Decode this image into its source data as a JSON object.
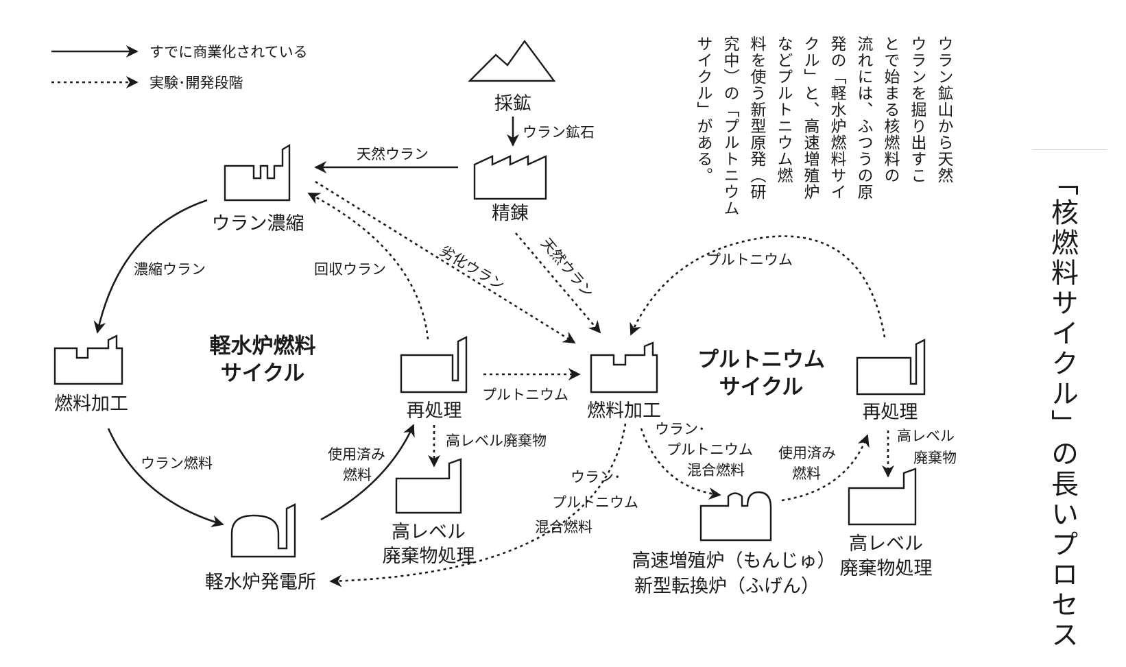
{
  "title": "「核燃料サイクル」の長いプロセス",
  "description_lines": [
    "ウラン鉱山から天然",
    "ウランを掘り出すこ",
    "とで始まる核燃料の",
    "流れには、ふつうの原",
    "発の「軽水炉燃料サイ",
    "クル」と、高速増殖炉",
    "などプルトニウム燃",
    "料を使う新型原発（研",
    "究中）の「プルトニウム",
    "サイクル」がある。"
  ],
  "legend": {
    "commercial": "すでに商業化されている",
    "experimental": "実験･開発段階"
  },
  "cycles": {
    "lwr": [
      "軽水炉燃料",
      "サイクル"
    ],
    "pu": [
      "プルトニウム",
      "サイクル"
    ]
  },
  "nodes": {
    "mining": "採鉱",
    "refining": "精錬",
    "enrichment": "ウラン濃縮",
    "fabrication_left": "燃料加工",
    "lwr_plant": "軽水炉発電所",
    "reprocessing_left": "再処理",
    "hlw_left": [
      "高レベル",
      "廃棄物処理"
    ],
    "fabrication_center": "燃料加工",
    "fbr": [
      "高速増殖炉（もんじゅ）",
      "新型転換炉（ふげん）"
    ],
    "reprocessing_right": "再処理",
    "hlw_right": [
      "高レベル",
      "廃棄物処理"
    ]
  },
  "edges": {
    "uranium_ore": "ウラン鉱石",
    "natural_uranium_top": "天然ウラン",
    "enriched_uranium": "濃縮ウラン",
    "recovered_uranium": "回収ウラン",
    "depleted_uranium": "劣化ウラン",
    "natural_uranium_diag": "天然ウラン",
    "uranium_fuel": "ウラン燃料",
    "spent_fuel_left": [
      "使用済み",
      "燃料"
    ],
    "plutonium_mid": "プルトニウム",
    "hlw_waste_left": "高レベル廃棄物",
    "mox_left": [
      "ウラン･",
      "プルトニウム",
      "混合燃料"
    ],
    "mox_right": [
      "ウラン･",
      "プルトニウム",
      "混合燃料"
    ],
    "spent_fuel_right": [
      "使用済み",
      "燃料"
    ],
    "hlw_waste_right": [
      "高レベル",
      "廃棄物"
    ],
    "plutonium_top": "プルトニウム"
  }
}
